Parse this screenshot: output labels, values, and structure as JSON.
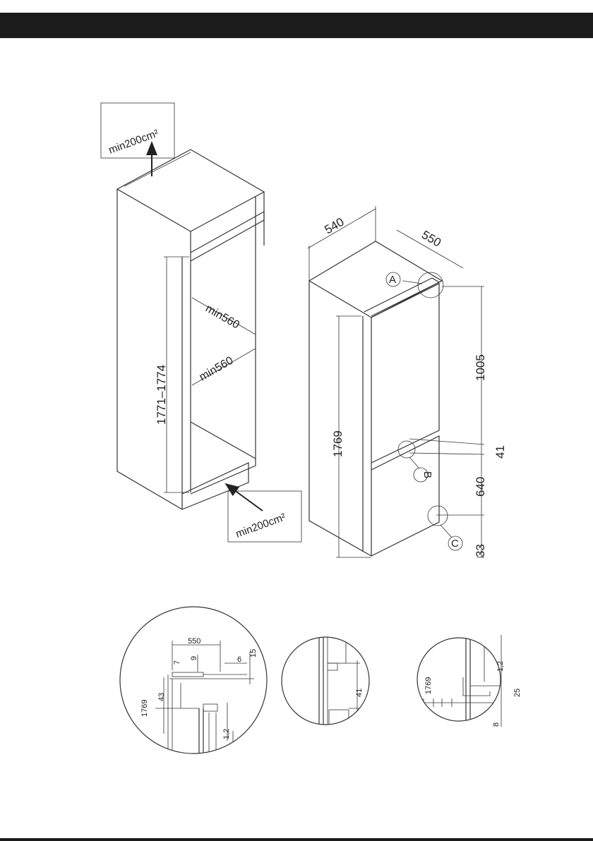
{
  "diagram": {
    "cabinet": {
      "vent_top": "min200cm²",
      "vent_bottom": "min200cm²",
      "height_range": "1771–1774",
      "depth_upper": "min560",
      "depth_lower": "min560"
    },
    "appliance": {
      "width": "540",
      "depth": "550",
      "height": "1769",
      "upper_section": "1005",
      "gap": "41",
      "lower_section": "640",
      "bottom": "33",
      "callout_a": "A",
      "callout_b": "B",
      "callout_c": "C"
    },
    "detail_a": {
      "d550": "550",
      "d7": "7",
      "d9": "9",
      "d6": "6",
      "d15": "15",
      "d1769": "1769",
      "d43": "43",
      "d12": "1,2"
    },
    "detail_b": {
      "d41": "41"
    },
    "detail_c": {
      "d1769": "1769",
      "d12": "1,2",
      "d25": "25",
      "d8": "8"
    }
  }
}
